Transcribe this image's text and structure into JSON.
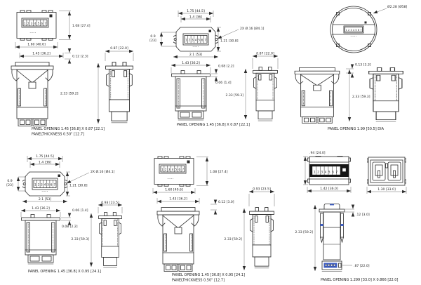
{
  "display": {
    "digits": "1234567",
    "brand_mark": "•••••"
  },
  "colors": {
    "line": "#2b2b2b",
    "accent_blue": "#3f5fc4",
    "display_black": "#161616"
  },
  "g1": {
    "dim_height": "1.08 [27.4]",
    "dim_width": "1.60 [40.6]",
    "dim_bezel_width": "1.45 [36.2]",
    "dim_bezel_lip": "0.12 [2.3]",
    "dim_side_width": "0.87 [22.0]",
    "dim_depth": "2.33 [59.2]",
    "caption1": "PANEL OPENING 1.45 [36.8] X  0.87 [22.1]",
    "caption2": "PANELTHICKNESS 0.50\" [12.7]"
  },
  "g2": {
    "dim_outer_width": "1.75 [44.5]",
    "dim_inner_width": "1.4 [36]",
    "dim_left_a": "0.9",
    "dim_left_b": "[23]",
    "dim_holes": "2X Ø.16 [Ø4.1]",
    "dim_height": "1.21 [30.8]",
    "dim_total_width": "2.1 [53]",
    "dim_flange_width": "1.43 [36.2]",
    "dim_flange_lip": "0.08 [2.2]",
    "dim_gap": "0.06 [1.4]",
    "dim_side_width": "0.87 [22.0]",
    "dim_depth": "2.33 [59.3]",
    "caption1": "PANEL OPENING 1.45 [36.8] X 0.87 [22.1]"
  },
  "g3": {
    "dim_diameter": "Ø2.28 [Ø58]",
    "dim_lip": "0.13 [3.3]",
    "dim_depth": "2.33 [59.3]",
    "caption1": "PANEL OPENING 1.99 [50.5] DIA"
  },
  "g4": {
    "dim_outer_width": "1.75 [44.5]",
    "dim_inner_width": "1.4 [36]",
    "dim_left_a": "0.9",
    "dim_left_b": "[23]",
    "dim_holes": "2X Ø.16 [Ø4.1]",
    "dim_height": "1.21 [30.8]",
    "dim_total_width": "2.1 [53]",
    "dim_flange_width": "1.43 [36.2]",
    "dim_gap": "0.06 [1.4]",
    "dim_flange_lip": "0.08 [2.2]",
    "dim_side_width": "0.93 [23.5]",
    "dim_depth": "2.33 [59.3]",
    "caption1": "PANEL OPENING 1.45 [36.8] X  0.95 [24.1]"
  },
  "g5": {
    "dim_height": "1.08 [27.4]",
    "dim_width": "1.60 [40.6]",
    "dim_flange_width": "1.43 [36.2]",
    "dim_bezel_lip": "0.12 [3.0]",
    "dim_side_width": "0.93 [23.5]",
    "dim_depth": "2.33 [59.2]",
    "caption1": "PANEL OPENING 1.45 [36.8] X  0.95 [24.1]",
    "caption2": "PANELTHICKNESS 0.50\" [12.7]"
  },
  "g6": {
    "dim_height": ".94 [24.0]",
    "dim_front_width": "1.42 [36.0]",
    "dim_back_width": "1.30 [33.0]",
    "dim_depth": "2.33 [59.2]",
    "dim_lip": ".12 [3.0]",
    "dim_bottom_width": ".87 [22.0]",
    "caption1": "PANEL OPENING 1.299 [33.0] X 0.866 [22.0]"
  }
}
